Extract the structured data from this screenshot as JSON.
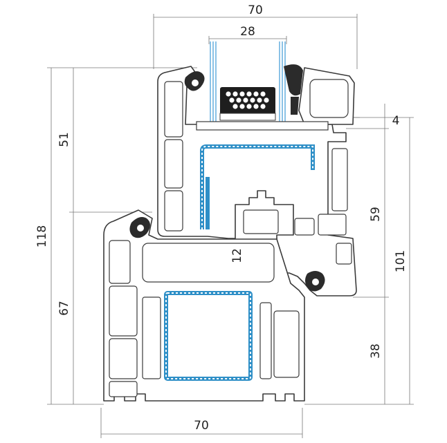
{
  "dimensions": {
    "top_width": "70",
    "glass_width": "28",
    "bottom_width": "70",
    "total_height": "118",
    "sash_height": "51",
    "frame_height": "67",
    "bead_offset": "4",
    "sash_depth": "59",
    "overall_right": "101",
    "frame_right": "38",
    "overlap": "12"
  },
  "colors": {
    "steel": "#2e8fc7",
    "glass": "#4aa0d8",
    "outline": "#3a3a3a",
    "gasket": "#2b2b2b"
  }
}
